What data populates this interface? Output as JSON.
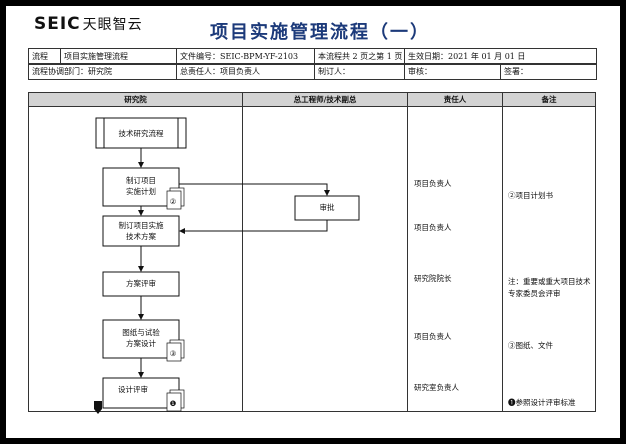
{
  "logo": {
    "mark": "SEIC",
    "text": "天眼智云"
  },
  "title": "项目实施管理流程（一）",
  "header": {
    "r1": {
      "process_label": "流程",
      "process_name": "项目实施管理流程",
      "doc_no": "文件编号：SEIC-BPM-YF-2103",
      "pages": "本流程共 2 页之第 1 页",
      "effective": "生效日期：2021 年 01 月 01 日"
    },
    "r2": {
      "dept": "流程协调部门：研究院",
      "owner": "总责任人：项目负责人",
      "author": "制订人：",
      "review": "审核：",
      "sign": "签署："
    }
  },
  "columns": [
    "研究院",
    "总工程师/技术副总",
    "责任人",
    "备注"
  ],
  "nodes": {
    "start": "技术研究流程",
    "n1": [
      "制订项目",
      "实施计划"
    ],
    "n2": [
      "制订项目实施",
      "技术方案"
    ],
    "n3": "方案评审",
    "n4": [
      "图纸与试验",
      "方案设计"
    ],
    "n5": "设计评审",
    "approve": "审批"
  },
  "doc_markers": {
    "n1": "②",
    "n4": "③",
    "n5": "❶"
  },
  "responsible": [
    "项目负责人",
    "项目负责人",
    "研究院院长",
    "项目负责人",
    "研究室负责人"
  ],
  "notes": {
    "n1": "②项目计划书",
    "n3": [
      "注：重要或重大项目技术",
      "专家委员会评审"
    ],
    "n4": "③图纸、文件",
    "n5": "❶参照设计评审标准"
  }
}
